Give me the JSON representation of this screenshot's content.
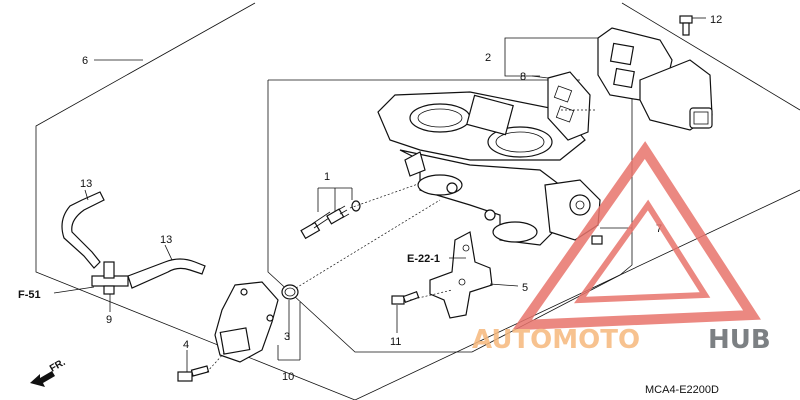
{
  "callouts": {
    "c1": "1",
    "c2": "2",
    "c3": "3",
    "c4": "4",
    "c5": "5",
    "c6": "6",
    "c7": "7",
    "c8": "8",
    "c9": "9",
    "c10": "10",
    "c11": "11",
    "c12": "12",
    "c13a": "13",
    "c13b": "13"
  },
  "refs": {
    "e22": "E-22-1",
    "f51": "F-51",
    "fr": "FR.",
    "diagram_code": "MCA4-E2200D"
  },
  "watermark": {
    "auto": "AUTOMOTO",
    "hub": "HUB",
    "color_auto": "#f6b87c",
    "color_hub": "#666a6e",
    "triangle_color": "#e8746c"
  }
}
